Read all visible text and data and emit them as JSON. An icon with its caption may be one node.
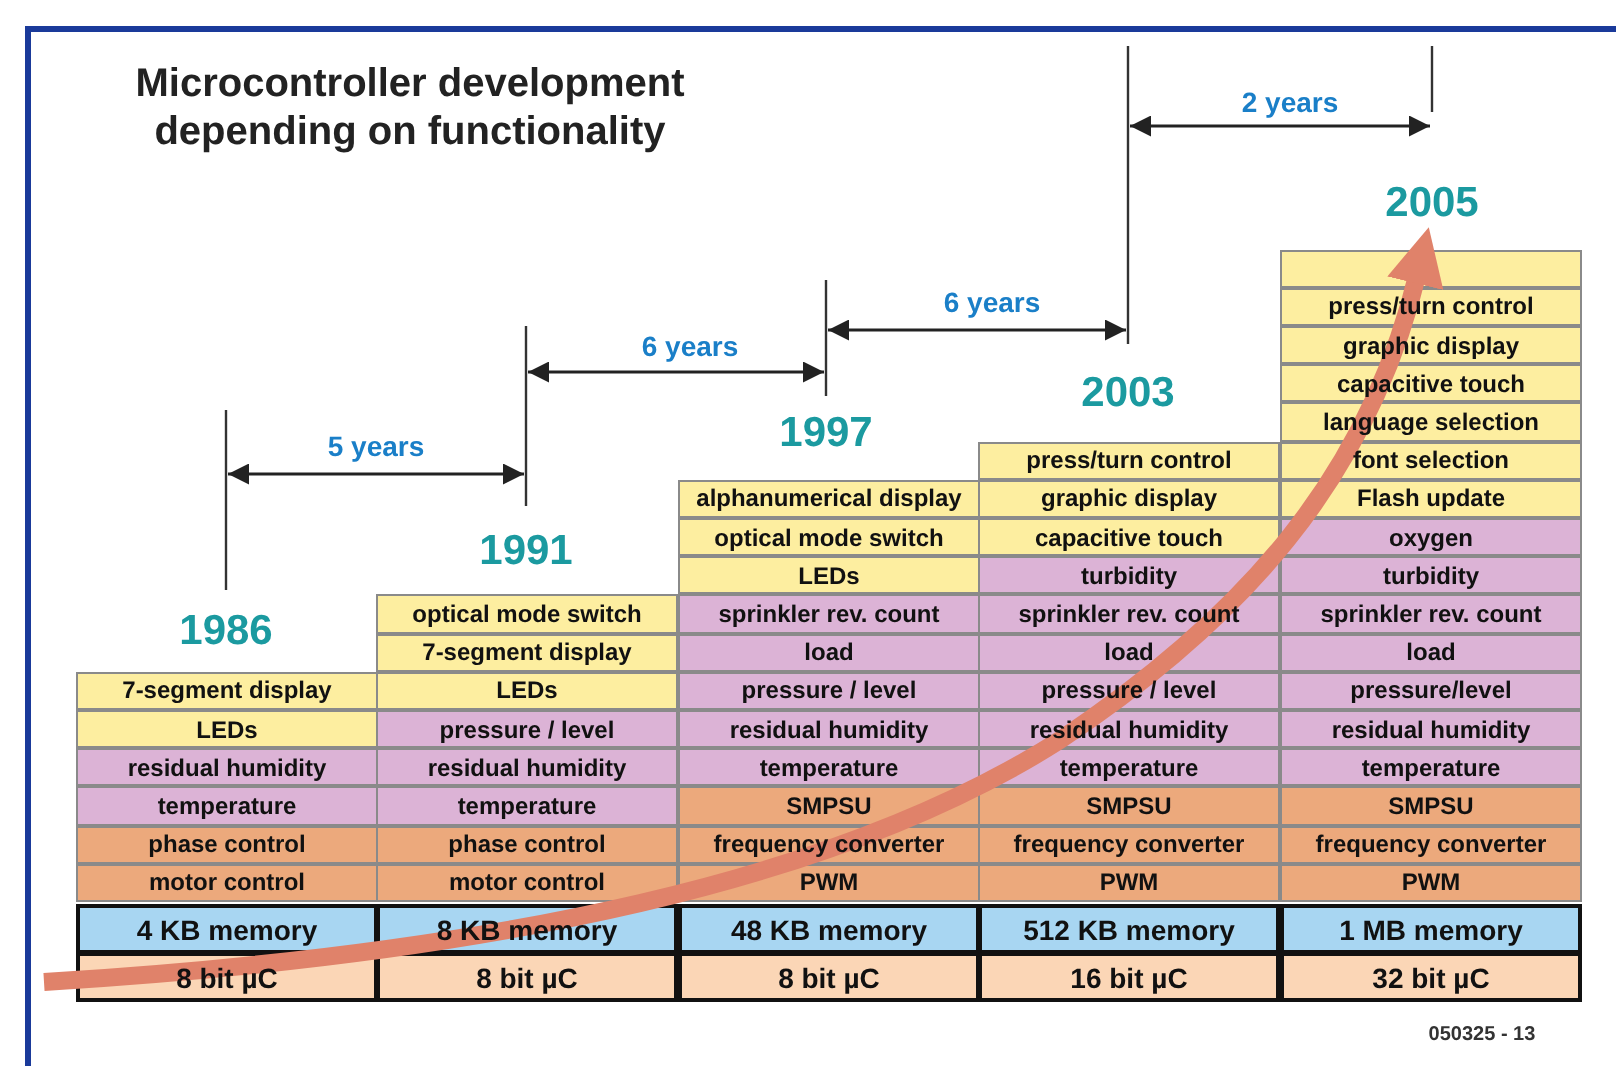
{
  "diagram": {
    "title": "Microcontroller development depending on functionality",
    "nodes": [
      {
        "text": [
          "7-segment display"
        ]
      },
      {
        "text": [
          "LEDs"
        ]
      },
      {
        "text": [
          "residual humidity"
        ]
      },
      {
        "text": [
          "temperature"
        ]
      },
      {
        "text": [
          "phase control"
        ]
      },
      {
        "text": [
          "motor control"
        ]
      },
      {
        "text": [
          "4 KB memory"
        ]
      },
      {
        "text": [
          "8 bit µC"
        ]
      },
      {
        "text": [
          "optical mode switch"
        ]
      },
      {
        "text": [
          "7-segment display"
        ]
      },
      {
        "text": [
          "LEDs"
        ]
      },
      {
        "text": [
          "pressure / level"
        ]
      },
      {
        "text": [
          "residual humidity"
        ]
      },
      {
        "text": [
          "temperature"
        ]
      },
      {
        "text": [
          "phase control"
        ]
      },
      {
        "text": [
          "motor control"
        ]
      },
      {
        "text": [
          "8 KB memory"
        ]
      },
      {
        "text": [
          "8 bit µC"
        ]
      },
      {
        "text": [
          "alphanumerical display"
        ]
      },
      {
        "text": [
          "optical mode switch"
        ]
      },
      {
        "text": [
          "LEDs"
        ]
      },
      {
        "text": [
          "sprinkler rev. count"
        ]
      },
      {
        "text": [
          "load"
        ]
      },
      {
        "text": [
          "pressure / level"
        ]
      },
      {
        "text": [
          "residual humidity"
        ]
      },
      {
        "text": [
          "temperature"
        ]
      },
      {
        "text": [
          "SMPSU"
        ]
      },
      {
        "text": [
          "frequency converter"
        ]
      },
      {
        "text": [
          "PWM"
        ]
      },
      {
        "text": [
          "48 KB memory"
        ]
      },
      {
        "text": [
          "8 bit µC"
        ]
      },
      {
        "text": [
          "press/turn control"
        ]
      },
      {
        "text": [
          "graphic display"
        ]
      },
      {
        "text": [
          "capacitive touch"
        ]
      },
      {
        "text": [
          "turbidity"
        ]
      },
      {
        "text": [
          "sprinkler rev. count"
        ]
      },
      {
        "text": [
          "load"
        ]
      },
      {
        "text": [
          "pressure / level"
        ]
      },
      {
        "text": [
          "residual humidity"
        ]
      },
      {
        "text": [
          "temperature"
        ]
      },
      {
        "text": [
          "SMPSU"
        ]
      },
      {
        "text": [
          "frequency converter"
        ]
      },
      {
        "text": [
          "PWM"
        ]
      },
      {
        "text": [
          "512 KB memory"
        ]
      },
      {
        "text": [
          "16 bit µC"
        ]
      },
      {
        "text": [],
        "shape": "box"
      },
      {
        "text": [
          "press/turn control"
        ]
      },
      {
        "text": [
          "graphic display"
        ]
      },
      {
        "text": [
          "capacitive touch"
        ]
      },
      {
        "text": [
          "language selection"
        ]
      },
      {
        "text": [
          "font selection"
        ]
      },
      {
        "text": [
          "Flash update"
        ]
      },
      {
        "text": [
          "oxygen"
        ]
      },
      {
        "text": [
          "turbidity"
        ]
      },
      {
        "text": [
          "sprinkler rev. count"
        ]
      },
      {
        "text": [
          "load"
        ]
      },
      {
        "text": [
          "pressure/level"
        ]
      },
      {
        "text": [
          "residual humidity"
        ]
      },
      {
        "text": [
          "temperature"
        ]
      },
      {
        "text": [
          "SMPSU"
        ]
      },
      {
        "text": [
          "frequency converter"
        ]
      },
      {
        "text": [
          "PWM"
        ]
      },
      {
        "text": [
          "1 MB memory"
        ]
      },
      {
        "text": [
          "32 bit µC"
        ]
      }
    ],
    "labels": [
      "2 years",
      "2005",
      "6 years",
      "2003",
      "6 years",
      "1997",
      "1991",
      "5 years",
      "1986",
      "050325 - 13"
    ]
  }
}
